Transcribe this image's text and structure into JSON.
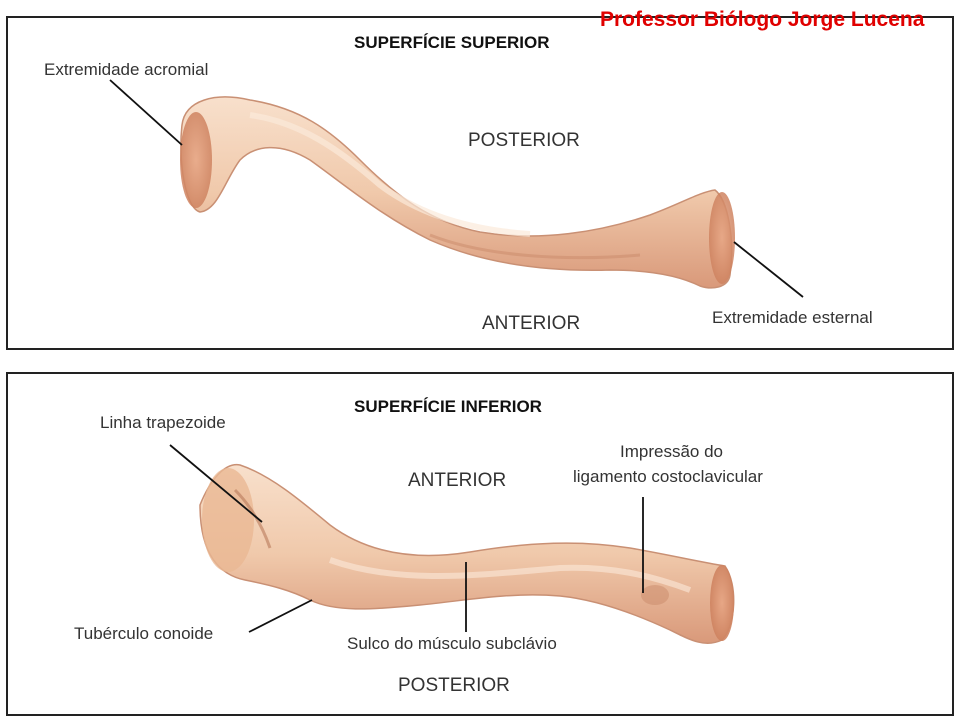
{
  "author": "Professor Biólogo Jorge Lucena",
  "top": {
    "title": "SUPERFÍCIE SUPERIOR",
    "posterior": "POSTERIOR",
    "anterior": "ANTERIOR",
    "label_acromial": "Extremidade acromial",
    "label_esternal": "Extremidade esternal"
  },
  "bottom": {
    "title": "SUPERFÍCIE INFERIOR",
    "anterior": "ANTERIOR",
    "posterior": "POSTERIOR",
    "label_trapezoide": "Linha trapezoide",
    "label_impressao_1": "Impressão do",
    "label_impressao_2": "ligamento costoclavicular",
    "label_conoide": "Tubérculo conoide",
    "label_sulco": "Sulco do músculo subclávio"
  },
  "colors": {
    "bone": "#f2cdb2",
    "bone_shade": "#d99a78",
    "accent": "#e00000"
  }
}
